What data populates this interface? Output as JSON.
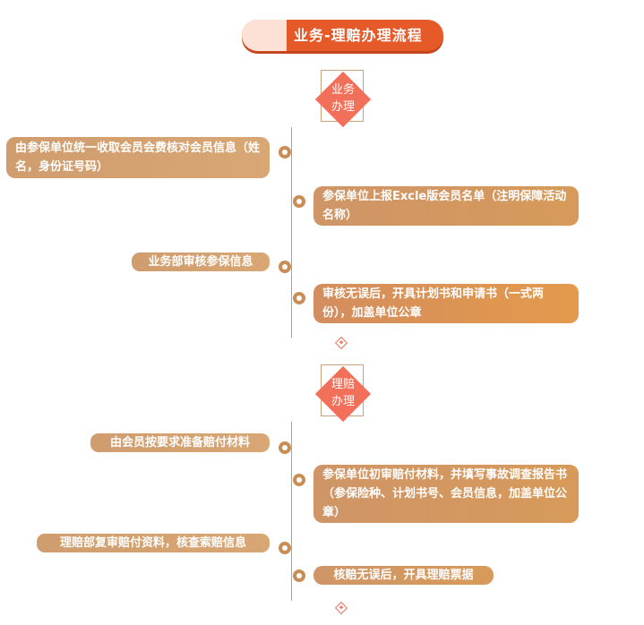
{
  "title": "业务-理赔办理流程",
  "sections": [
    {
      "label": "业务办理",
      "steps": [
        {
          "text": "由参保单位统一收取会员会费核对会员信息（姓名，身份证号码）"
        },
        {
          "text": "参保单位上报Excle版会员名单（注明保障活动名称）"
        },
        {
          "text": "业务部审核参保信息"
        },
        {
          "text": "审核无误后，开具计划书和申请书（一式两份），加盖单位公章"
        }
      ]
    },
    {
      "label": "理赔办理",
      "steps": [
        {
          "text": "由会员按要求准备赔付材料"
        },
        {
          "text": "参保单位初审赔付材料，并填写事故调查报告书（参保险种、计划书号、会员信息，加盖单位公章）"
        },
        {
          "text": "理赔部复审赔付资料，核查索赔信息"
        },
        {
          "text": "核赔无误后，开具理赔票据"
        }
      ]
    }
  ]
}
